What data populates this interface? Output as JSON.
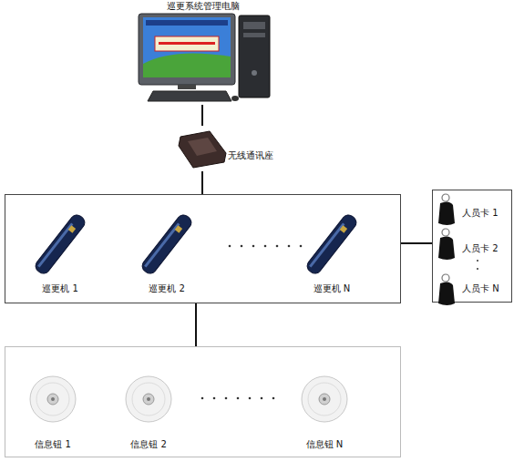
{
  "diagram": {
    "nodes": [
      {
        "text": [
          "巡更系统管理电脑"
        ]
      },
      {
        "text": [
          "无线通讯座"
        ]
      },
      {
        "text": []
      },
      {
        "text": [
          "巡更机 1"
        ],
        "in": 2
      },
      {
        "text": [
          "巡更机 2"
        ],
        "in": 2
      },
      {
        "text": [
          "巡更机 N"
        ],
        "in": 2
      },
      {
        "text": []
      },
      {
        "text": [
          "人员卡 1"
        ],
        "in": 6
      },
      {
        "text": [
          "人员卡 2"
        ],
        "in": 6
      },
      {
        "text": [
          "人员卡 N"
        ],
        "in": 6
      },
      {
        "text": []
      },
      {
        "text": [
          "信息钮 1"
        ],
        "in": 10
      },
      {
        "text": [
          "信息钮 2"
        ],
        "in": 10
      },
      {
        "text": [
          "信息钮 N"
        ],
        "in": 10
      }
    ],
    "edges": [
      {
        "from": 0,
        "to": 1,
        "arrow": "none"
      },
      {
        "from": 1,
        "to": 2,
        "arrow": "none"
      },
      {
        "from": 2,
        "to": 6,
        "arrow": "none"
      },
      {
        "from": 2,
        "to": 10,
        "arrow": "none"
      }
    ]
  }
}
